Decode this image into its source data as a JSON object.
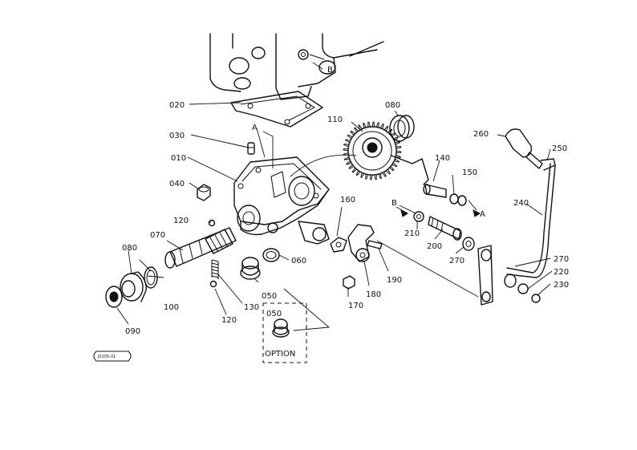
{
  "labels": {
    "l020": "020",
    "l030": "030",
    "l010": "010",
    "l040": "040",
    "l120a": "120",
    "l070": "070",
    "l080a": "080",
    "l100": "100",
    "l090": "090",
    "l130": "130",
    "l120b": "120",
    "l050a": "050",
    "l060": "060",
    "l050b": "050",
    "option": "OPTION",
    "l080b": "080",
    "l110": "110",
    "l140": "140",
    "l150": "150",
    "arrowA1": "A",
    "arrowA2": "A",
    "arrowB1": "B",
    "arrowB2": "B",
    "l160": "160",
    "l170": "170",
    "l180": "180",
    "l190": "190",
    "l210": "210",
    "l200": "200",
    "l270a": "270",
    "l260": "260",
    "l250": "250",
    "l240": "240",
    "l270b": "270",
    "l220": "220",
    "l230": "230",
    "code": "J0105-01"
  }
}
